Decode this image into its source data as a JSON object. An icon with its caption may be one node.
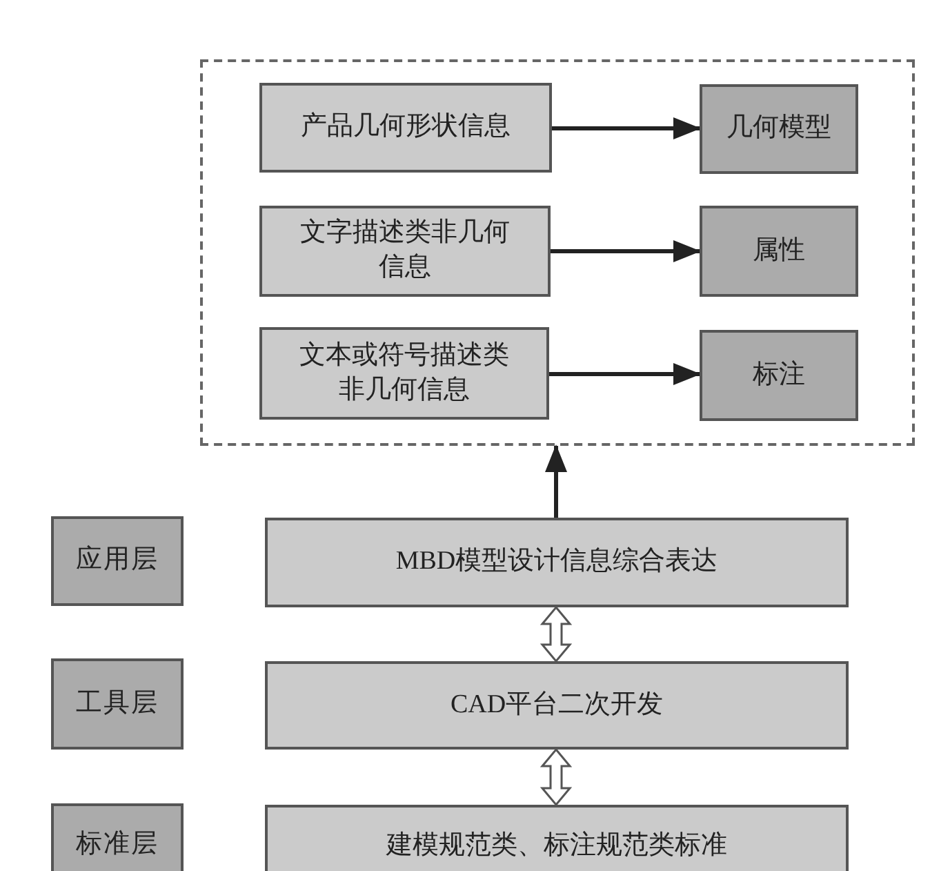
{
  "diagram": {
    "nodes": [
      {
        "text": [],
        "shape": "box"
      },
      {
        "text": [
          "产品几何形状信息"
        ],
        "in": 0
      },
      {
        "text": [
          "几何模型"
        ],
        "in": 0
      },
      {
        "text": [
          "文字描述类非几何信息"
        ],
        "in": 0
      },
      {
        "text": [
          "属性"
        ],
        "in": 0
      },
      {
        "text": [
          "文本或符号描述类非几何信息"
        ],
        "in": 0
      },
      {
        "text": [
          "标注"
        ],
        "in": 0
      },
      {
        "text": [
          "应用层"
        ]
      },
      {
        "text": [
          "MBD模型设计信息综合表达"
        ]
      },
      {
        "text": [
          "工具层"
        ]
      },
      {
        "text": [
          "CAD平台二次开发"
        ]
      },
      {
        "text": [
          "标准层"
        ]
      },
      {
        "text": [
          "建模规范类、标注规范类标准"
        ]
      }
    ],
    "edges": [
      {
        "from": 1,
        "to": 2,
        "arrow": "to"
      },
      {
        "from": 3,
        "to": 4,
        "arrow": "to"
      },
      {
        "from": 5,
        "to": 6,
        "arrow": "to"
      },
      {
        "from": 8,
        "to": 0,
        "arrow": "to"
      },
      {
        "from": 10,
        "to": 8,
        "arrow": "both",
        "style": "thick"
      },
      {
        "from": 12,
        "to": 10,
        "arrow": "both",
        "style": "thick"
      }
    ]
  }
}
